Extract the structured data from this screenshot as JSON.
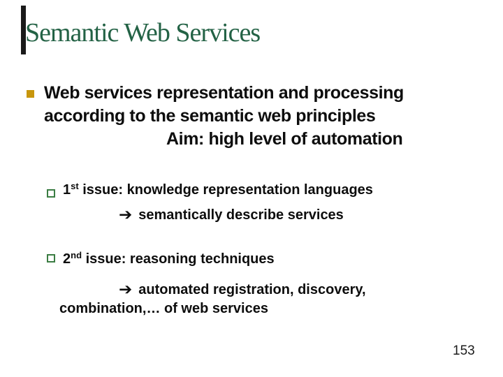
{
  "slide": {
    "title": "Semantic Web Services",
    "page_number": "153",
    "arrow_glyph": "➔",
    "main_point": {
      "line1": "Web services representation and processing",
      "line2": "according to the semantic web principles",
      "aim": "Aim: high level of automation"
    },
    "issues": [
      {
        "number": "1",
        "suffix": "st",
        "text": " issue: knowledge representation languages",
        "arrow_text": "semantically describe services"
      },
      {
        "number": "2",
        "suffix": "nd",
        "text": " issue: reasoning techniques",
        "arrow_text": "automated registration, discovery,",
        "arrow_text2": "combination,… of web services"
      }
    ],
    "colors": {
      "title_green": "#236245",
      "bullet_gold": "#c8960c",
      "bullet_green_outline": "#3b7d43",
      "body_text": "#0d0d0d",
      "accent_bar": "#1a1a1a",
      "background": "#ffffff"
    }
  }
}
